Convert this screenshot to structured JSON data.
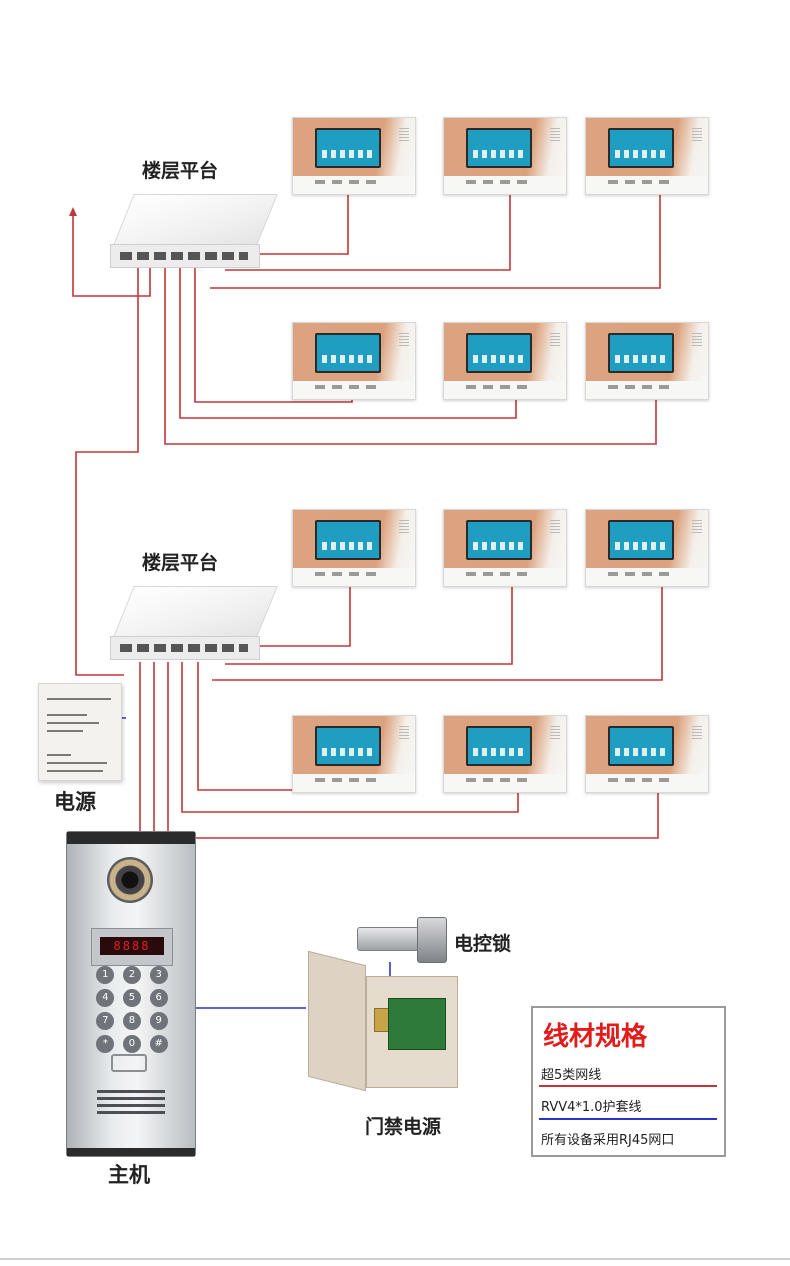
{
  "labels": {
    "floor_platform_top": "楼层平台",
    "floor_platform_bottom": "楼层平台",
    "power_supply": "电源",
    "electric_lock": "电控锁",
    "access_power": "门禁电源",
    "host": "主机"
  },
  "host_panel": {
    "display_digits": "8888",
    "keys": [
      "1",
      "2",
      "3",
      "4",
      "5",
      "6",
      "7",
      "8",
      "9",
      "*",
      "0",
      "#"
    ]
  },
  "spec_box": {
    "title": "线材规格",
    "rows": [
      "超5类网线",
      "RVV4*1.0护套线",
      "所有设备采用RJ45网口"
    ],
    "rule_colors": [
      "#c0373b",
      "#c0373b",
      "#2b33c7"
    ]
  },
  "colors": {
    "wire_red": "#c0373b",
    "wire_blue": "#2b33c7",
    "monitor_face": "#dca27d",
    "spec_title": "#e21b1b"
  }
}
